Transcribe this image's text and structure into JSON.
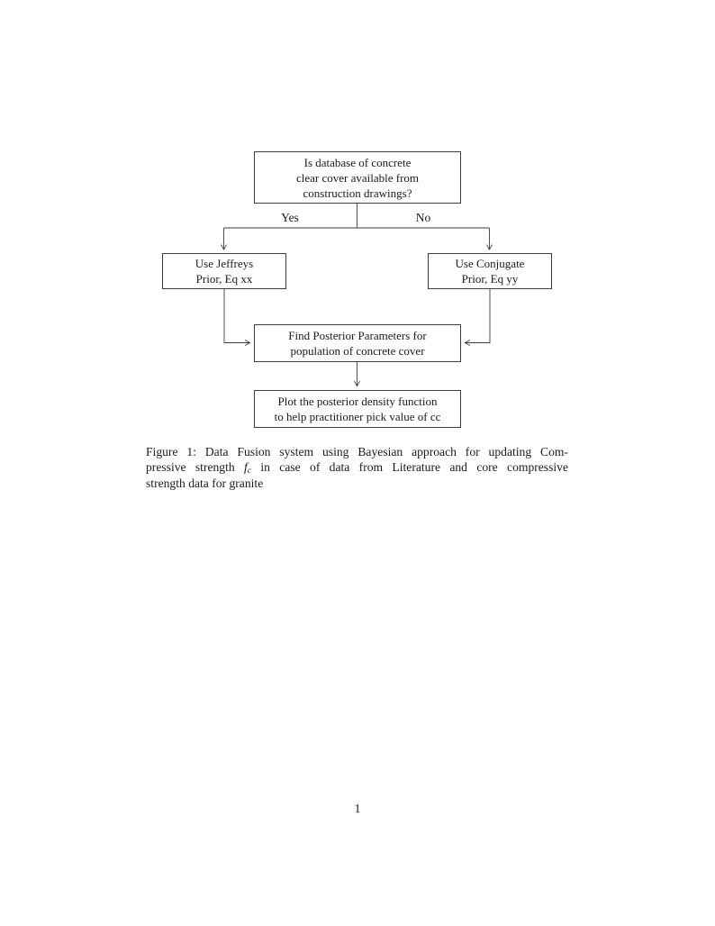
{
  "page": {
    "number": "1"
  },
  "colors": {
    "ink": "#1a1a1a",
    "line": "#3c3c3c",
    "background": "#ffffff"
  },
  "flowchart": {
    "nodes": {
      "question": {
        "lines": [
          "Is database of concrete",
          "clear cover available from",
          "construction drawings?"
        ]
      },
      "jeffreys": {
        "lines": [
          "Use Jeffreys",
          "Prior, Eq xx"
        ]
      },
      "conjugate": {
        "lines": [
          "Use Conjugate",
          "Prior, Eq yy"
        ]
      },
      "posterior": {
        "lines": [
          "Find Posterior Parameters for",
          "population of concrete cover"
        ]
      },
      "plot": {
        "lines": [
          "Plot the posterior density function",
          "to help practitioner pick value of cc"
        ]
      }
    },
    "edge_labels": {
      "yes": "Yes",
      "no": "No"
    },
    "edges": [
      {
        "from": "question",
        "to": "jeffreys",
        "label": "Yes"
      },
      {
        "from": "question",
        "to": "conjugate",
        "label": "No"
      },
      {
        "from": "jeffreys",
        "to": "posterior",
        "label": ""
      },
      {
        "from": "conjugate",
        "to": "posterior",
        "label": ""
      },
      {
        "from": "posterior",
        "to": "plot",
        "label": ""
      }
    ]
  },
  "caption": {
    "line1": "Figure 1: Data Fusion system using Bayesian approach for updating Com-",
    "line2_pre": "pressive strength ",
    "line2_math": "f",
    "line2_sub": "c",
    "line2_post": " in case of data from Literature and core compressive",
    "line3": "strength data for granite",
    "full_text": "Figure 1: Data Fusion system using Bayesian approach for updating Compressive strength fc in case of data from Literature and core compressive strength data for granite"
  }
}
